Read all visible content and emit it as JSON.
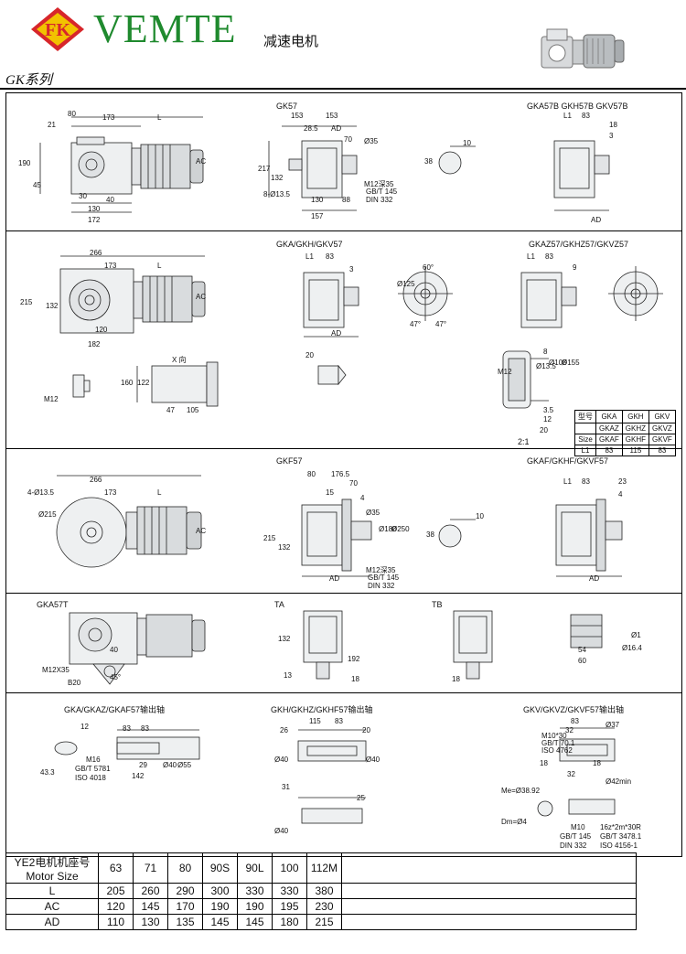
{
  "header": {
    "logo_text": "FK",
    "brand": "VEMTE",
    "subtitle": "减速电机",
    "series": "GK系列"
  },
  "panels": [
    {
      "title": "GK57"
    },
    {
      "title": "GKA57B GKH57B GKV57B"
    },
    {
      "title": "GKA/GKH/GKV57"
    },
    {
      "title": "GKAZ57/GKHZ57/GKVZ57"
    },
    {
      "title": "GKF57"
    },
    {
      "title": "GKAF/GKHF/GKVF57"
    },
    {
      "title": "GKA57T"
    },
    {
      "title": "TA"
    },
    {
      "title": "TB"
    },
    {
      "title": "GKA/GKAZ/GKAF57输出轴"
    },
    {
      "title": "GKH/GKHZ/GKHF57输出轴"
    },
    {
      "title": "GKV/GKVZ/GKVF57输出轴"
    }
  ],
  "dims": {
    "r1": [
      "80",
      "21",
      "173",
      "L",
      "190",
      "45",
      "30",
      "40",
      "130",
      "172",
      "AC",
      "153",
      "153",
      "28.5",
      "AD",
      "70",
      "Ø35",
      "217",
      "132",
      "8-Ø13.5",
      "130",
      "88",
      "157",
      "M12深35",
      "GB/T 145",
      "DIN 332",
      "10",
      "38",
      "L1",
      "83",
      "18",
      "3",
      "AD"
    ],
    "r2": [
      "266",
      "173",
      "L",
      "215",
      "132",
      "120",
      "182",
      "AC",
      "L1",
      "83",
      "3",
      "AD",
      "Ø125",
      "60°",
      "47°",
      "47°",
      "L1",
      "83",
      "9",
      "20",
      "M12",
      "X 向",
      "160",
      "122",
      "M12",
      "47",
      "105",
      "Ø13.5",
      "Ø105",
      "Ø155",
      "8",
      "3.5",
      "12",
      "20",
      "2:1"
    ],
    "r3": [
      "4-Ø13.5",
      "266",
      "173",
      "L",
      "Ø215",
      "AC",
      "80",
      "176.5",
      "70",
      "15",
      "4",
      "Ø180",
      "Ø250",
      "Ø35",
      "215",
      "132",
      "M12深35",
      "GB/T 145",
      "DIN 332",
      "AD",
      "10",
      "38",
      "L1",
      "83",
      "23",
      "4",
      "AD"
    ],
    "r4": [
      "40",
      "M12X35",
      "B20",
      "45°",
      "132",
      "192",
      "13",
      "18",
      "18",
      "54",
      "60",
      "Ø16.4",
      "Ø1"
    ],
    "r5": [
      "12",
      "83",
      "83",
      "M16",
      "GB/T 5781",
      "ISO 4018",
      "29",
      "142",
      "Ø40",
      "Ø55",
      "43.3",
      "115",
      "83",
      "26",
      "20",
      "Ø40",
      "Ø40",
      "31",
      "25",
      "Ø40",
      "M10*30",
      "GB/T 70.1",
      "ISO 4762",
      "83",
      "32",
      "Ø37",
      "18",
      "32",
      "18",
      "Ø42min",
      "Me=Ø38.92",
      "Dm=Ø4",
      "M10",
      "16z*2m*30R",
      "GB/T 145",
      "GB/T 3478.1",
      "DIN 332",
      "ISO 4156-1"
    ]
  },
  "size_table": {
    "rows": [
      [
        "型号",
        "GKA",
        "GKH",
        "GKV"
      ],
      [
        "",
        "GKAZ",
        "GKHZ",
        "GKVZ"
      ],
      [
        "Size",
        "GKAF",
        "GKHF",
        "GKVF"
      ],
      [
        "L1",
        "83",
        "115",
        "83"
      ]
    ]
  },
  "spec_table": {
    "header": {
      "label_cn": "YE2电机机座号",
      "label_en": "Motor Size",
      "cols": [
        "63",
        "71",
        "80",
        "90S",
        "90L",
        "100",
        "112M"
      ]
    },
    "rows": [
      {
        "label": "L",
        "values": [
          "205",
          "260",
          "290",
          "300",
          "330",
          "330",
          "380"
        ]
      },
      {
        "label": "AC",
        "values": [
          "120",
          "145",
          "170",
          "190",
          "190",
          "195",
          "230"
        ]
      },
      {
        "label": "AD",
        "values": [
          "110",
          "130",
          "135",
          "145",
          "145",
          "180",
          "215"
        ]
      }
    ]
  },
  "colors": {
    "brand_green": "#1f8a2e",
    "logo_red": "#d7262b",
    "logo_yellow": "#f2c200"
  }
}
